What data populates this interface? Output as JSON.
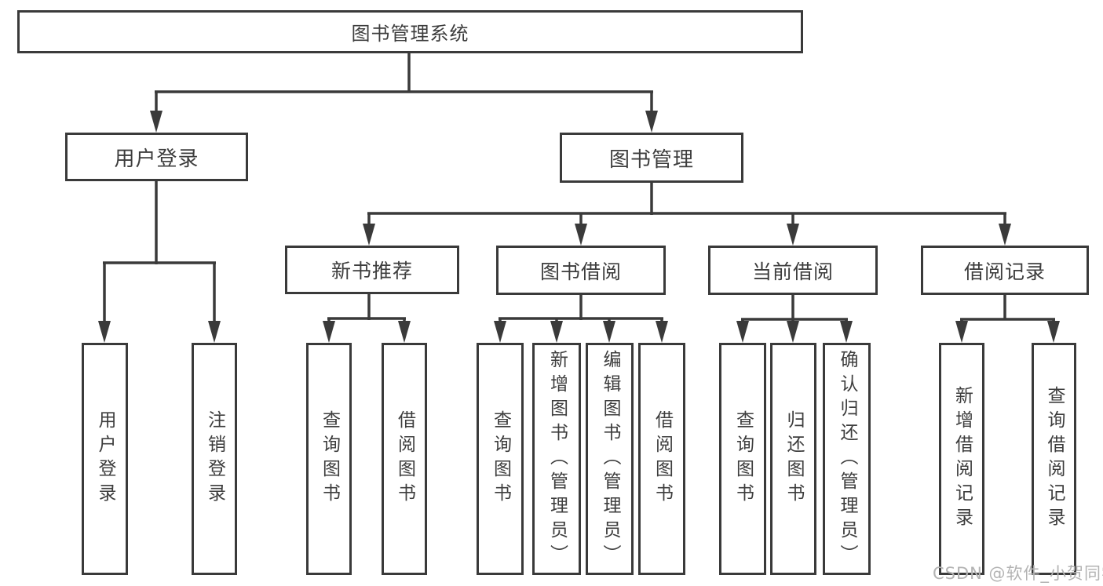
{
  "nodes": {
    "root": "图书管理系统",
    "user_login": "用户登录",
    "book_mgmt": "图书管理",
    "new_book_rec": "新书推荐",
    "book_borrow": "图书借阅",
    "current_borrow": "当前借阅",
    "borrow_records": "借阅记录",
    "leaf_user_login": "用户登录",
    "leaf_logout": "注销登录",
    "leaf_nbr_query": "查询图书",
    "leaf_nbr_borrow": "借阅图书",
    "leaf_bb_query": "查询图书",
    "leaf_bb_add": "新增图书（管理员）",
    "leaf_bb_edit": "编辑图书（管理员）",
    "leaf_bb_borrow": "借阅图书",
    "leaf_cb_query": "查询图书",
    "leaf_cb_return": "归还图书",
    "leaf_cb_confirm": "确认归还（管理员）",
    "leaf_br_add": "新增借阅记录",
    "leaf_br_query": "查询借阅记录"
  },
  "watermark": "CSDN @软件_小贺同学",
  "colors": {
    "line": "#3a3a3a",
    "box_background": "#ffffff",
    "text": "#3d3d3d",
    "watermark": "#b3b3b3"
  }
}
